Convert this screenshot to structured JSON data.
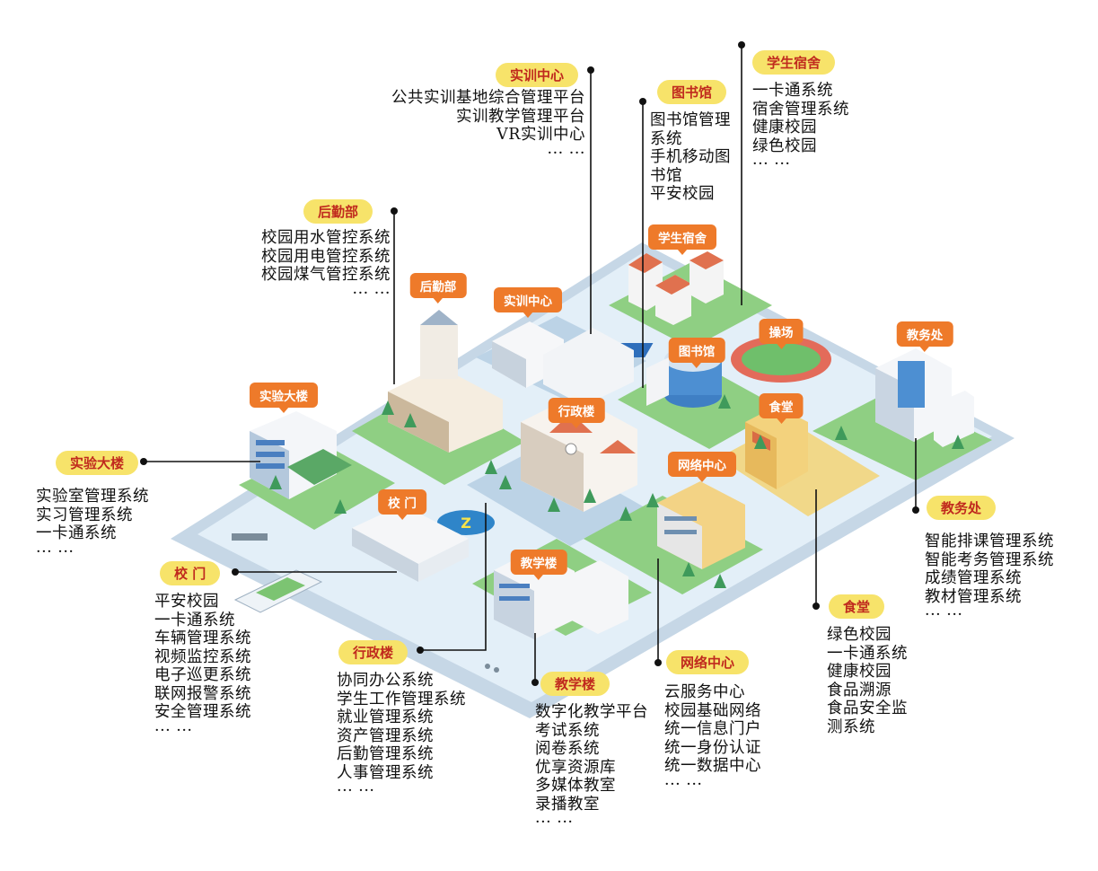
{
  "map_labels": {
    "dormitory": "学生宿舍",
    "training": "实训中心",
    "logistics": "后勤部",
    "playground": "操场",
    "library": "图书馆",
    "academic": "教务处",
    "lab": "实验大楼",
    "admin": "行政楼",
    "canteen": "食堂",
    "network": "网络中心",
    "gate": "校 门",
    "teaching": "教学楼"
  },
  "callouts": {
    "training": {
      "title": "实训中心",
      "items": [
        "公共实训基地综合管理平台",
        "实训教学管理平台",
        "VR实训中心",
        "··· ···"
      ]
    },
    "library": {
      "title": "图书馆",
      "items": [
        "图书馆管理",
        "系统",
        "手机移动图",
        "书馆",
        "平安校园"
      ]
    },
    "dormitory": {
      "title": "学生宿舍",
      "items": [
        "一卡通系统",
        "宿舍管理系统",
        "健康校园",
        "绿色校园",
        "··· ···"
      ]
    },
    "logistics": {
      "title": "后勤部",
      "items": [
        "校园用水管控系统",
        "校园用电管控系统",
        "校园煤气管控系统",
        "··· ···"
      ]
    },
    "lab": {
      "title": "实验大楼",
      "items": [
        "实验室管理系统",
        "实习管理系统",
        "一卡通系统",
        "··· ···"
      ]
    },
    "gate": {
      "title": "校 门",
      "items": [
        "平安校园",
        "一卡通系统",
        "车辆管理系统",
        "视频监控系统",
        "电子巡更系统",
        "联网报警系统",
        "安全管理系统",
        "··· ···"
      ]
    },
    "admin": {
      "title": "行政楼",
      "items": [
        "协同办公系统",
        "学生工作管理系统",
        "就业管理系统",
        "资产管理系统",
        "后勤管理系统",
        "人事管理系统",
        "··· ···"
      ]
    },
    "teaching": {
      "title": "教学楼",
      "items": [
        "数字化教学平台",
        "考试系统",
        "阅卷系统",
        "优享资源库",
        "多媒体教室",
        "录播教室",
        "··· ···"
      ]
    },
    "network": {
      "title": "网络中心",
      "items": [
        "云服务中心",
        "校园基础网络",
        "统一信息门户",
        "统一身份认证",
        "统一数据中心",
        "··· ···"
      ]
    },
    "canteen": {
      "title": "食堂",
      "items": [
        "绿色校园",
        "一卡通系统",
        "健康校园",
        "食品溯源",
        "食品安全监",
        "测系统"
      ]
    },
    "academic": {
      "title": "教务处",
      "items": [
        "智能排课管理系统",
        "智能考务管理系统",
        "成绩管理系统",
        "教材管理系统",
        "··· ···"
      ]
    }
  },
  "colors": {
    "tag_bg": "#f7e36a",
    "tag_text": "#c02a1e",
    "label_bg": "#ee7a2a",
    "platform": "#dceaf5",
    "grass": "#8fcf83",
    "roof": "#e06a4a"
  }
}
